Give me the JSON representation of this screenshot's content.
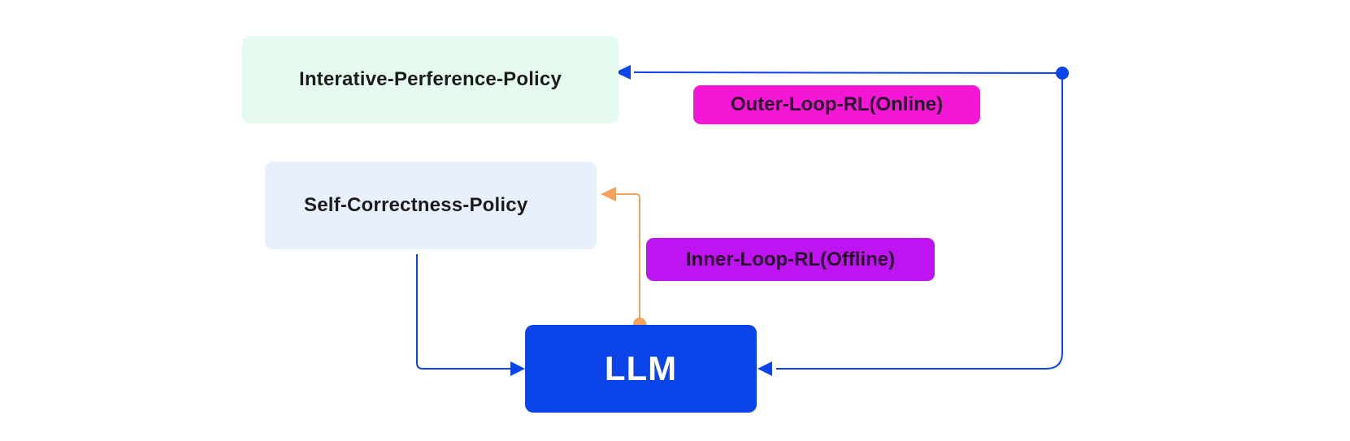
{
  "nodes": {
    "iterative_policy": {
      "label": "Interative-Perference-Policy"
    },
    "self_correctness_policy": {
      "label": "Self-Correctness-Policy"
    },
    "llm": {
      "label": "LLM"
    }
  },
  "tags": {
    "outer_loop": {
      "label": "Outer-Loop-RL(Online)",
      "color": "#f417d6"
    },
    "inner_loop": {
      "label": "Inner-Loop-RL(Offline)",
      "color": "#bf14f2"
    }
  },
  "colors": {
    "blue_edge": "#0b44e8",
    "orange_edge": "#f5a25a",
    "llm_fill": "#0b44e8",
    "iterative_fill": "#e6fbef",
    "self_fill": "#e8effd"
  }
}
